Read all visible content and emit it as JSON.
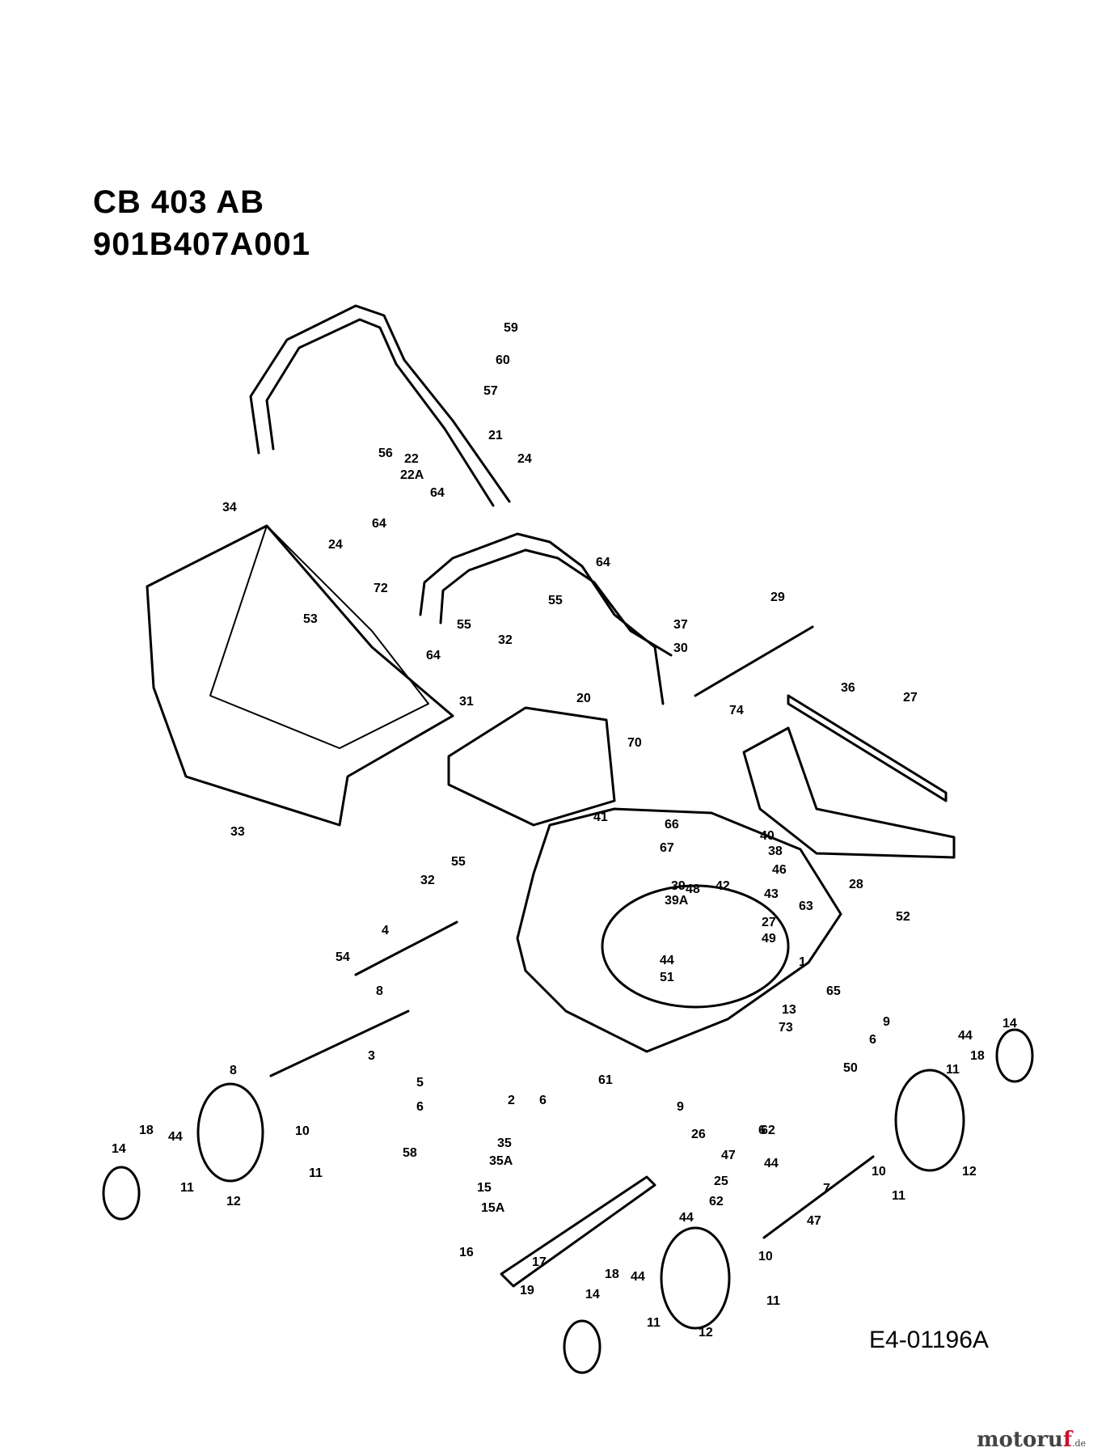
{
  "header": {
    "model": "CB 403 AB",
    "part_number": "901B407A001"
  },
  "drawing_ref": "E4-01196A",
  "watermark": {
    "text_main": "motoru",
    "text_accent": "f",
    "text_domain": ".de",
    "accent_color": "#c8102e"
  },
  "part_labels": [
    "59",
    "60",
    "57",
    "21",
    "56",
    "22",
    "22A",
    "24",
    "64",
    "64",
    "64",
    "64",
    "34",
    "24",
    "72",
    "55",
    "55",
    "32",
    "53",
    "37",
    "30",
    "29",
    "36",
    "74",
    "27",
    "20",
    "31",
    "70",
    "33",
    "41",
    "66",
    "67",
    "55",
    "32",
    "40",
    "38",
    "48",
    "42",
    "46",
    "28",
    "39",
    "39A",
    "43",
    "63",
    "27",
    "49",
    "52",
    "4",
    "54",
    "1",
    "44",
    "51",
    "8",
    "65",
    "9",
    "13",
    "73",
    "6",
    "3",
    "8",
    "50",
    "5",
    "6",
    "61",
    "14",
    "44",
    "11",
    "18",
    "2",
    "6",
    "10",
    "9",
    "11",
    "6",
    "26",
    "62",
    "18",
    "44",
    "14",
    "11",
    "12",
    "58",
    "35",
    "35A",
    "44",
    "15",
    "15A",
    "47",
    "25",
    "7",
    "10",
    "12",
    "11",
    "62",
    "44",
    "47",
    "16",
    "17",
    "10",
    "18",
    "19",
    "14",
    "44",
    "11",
    "12",
    "11"
  ]
}
